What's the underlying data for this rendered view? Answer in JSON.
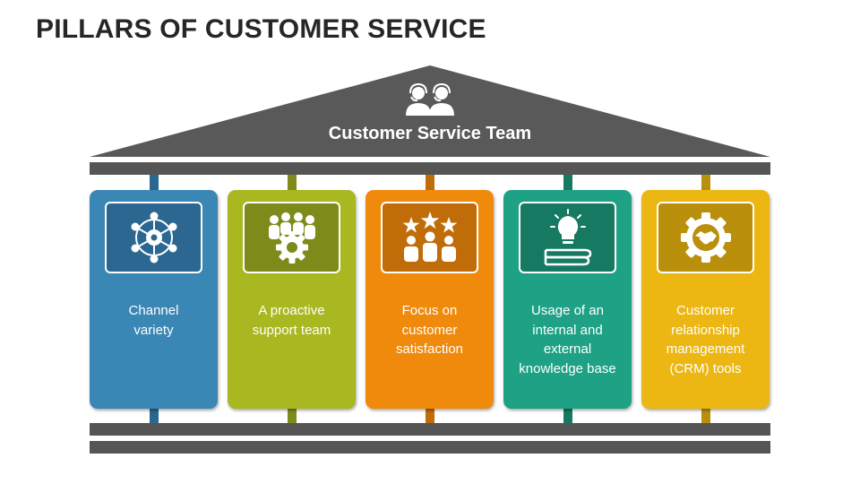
{
  "title": "PILLARS OF CUSTOMER SERVICE",
  "roof": {
    "label": "Customer Service Team",
    "icon": "customer-support-agents-icon",
    "color": "#595959"
  },
  "beam_color": "#555555",
  "pillars": [
    {
      "label_lines": [
        "Channel",
        "variety"
      ],
      "icon": "channel-network-icon",
      "color": "#3a86b4",
      "icon_box_color": "#2b6791",
      "connector_color": "#2b6791"
    },
    {
      "label_lines": [
        "A proactive",
        "support team"
      ],
      "icon": "team-gear-icon",
      "color": "#a9b720",
      "icon_box_color": "#7e8b1a",
      "connector_color": "#7e8b1a"
    },
    {
      "label_lines": [
        "Focus on",
        "customer",
        "satisfaction"
      ],
      "icon": "stars-customers-icon",
      "color": "#f08a0c",
      "icon_box_color": "#c06c08",
      "connector_color": "#c06c08"
    },
    {
      "label_lines": [
        "Usage of an",
        "internal and",
        "external",
        "knowledge base"
      ],
      "icon": "lightbulb-books-icon",
      "color": "#1ea185",
      "icon_box_color": "#167a63",
      "connector_color": "#167a63"
    },
    {
      "label_lines": [
        "Customer",
        "relationship",
        "management",
        "(CRM) tools"
      ],
      "icon": "handshake-gear-icon",
      "color": "#ecb712",
      "icon_box_color": "#b98f0b",
      "connector_color": "#b98f0b"
    }
  ]
}
